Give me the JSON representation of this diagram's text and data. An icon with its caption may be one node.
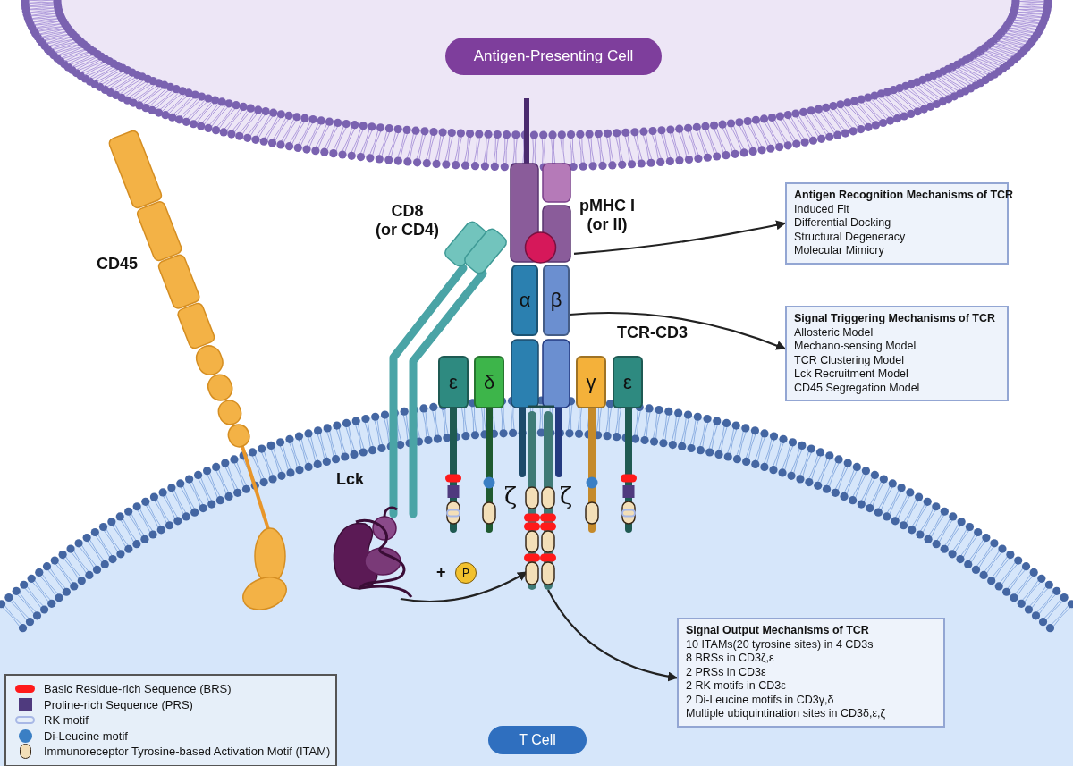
{
  "diagram": {
    "nodes": [
      {
        "text": [
          "Antigen-Presenting Cell"
        ]
      },
      {
        "text": [
          "T Cell"
        ]
      },
      {
        "text": [],
        "shape": "picture",
        "beside": [
          "pMHC I (or II)"
        ]
      },
      {
        "text": [
          "α"
        ]
      },
      {
        "text": [
          "β"
        ]
      },
      {
        "text": [
          "Antigen Recognition Mechanisms of TCR",
          "Induced Fit",
          "Differential Docking",
          "Structural Degeneracy",
          "Molecular Mimicry"
        ]
      },
      {
        "text": [
          "Signal Triggering Mechanisms of TCR",
          "Allosteric Model",
          "Mechano-sensing Model",
          "TCR Clustering Model",
          "Lck Recruitment Model",
          "CD45 Segregation Model"
        ]
      },
      {
        "text": [
          "Signal Output Mechanisms of TCR",
          "10 ITAMs(20 tyrosine sites) in 4 CD3s",
          "8 BRSs in CD3ζ,ε",
          "2 PRSs in CD3ε",
          "2 RK motifs in CD3ε",
          "2 Di-Leucine motifs in CD3γ,δ",
          "Multiple ubiquintination sites in CD3δ,ε,ζ"
        ]
      },
      {
        "text": [],
        "shape": "picture",
        "beside": [
          "Lck"
        ]
      },
      {
        "text": [],
        "shape": "bar",
        "beside": [
          "ζ"
        ]
      },
      {
        "text": [],
        "shape": "bar",
        "beside": [
          "ζ"
        ]
      },
      {
        "text": [
          "ε"
        ]
      },
      {
        "text": [
          "δ"
        ]
      },
      {
        "text": [
          "γ"
        ]
      },
      {
        "text": [
          "ε"
        ]
      }
    ],
    "edges": [
      {
        "from": 2,
        "to": 5,
        "arrow": "to"
      },
      {
        "from": 4,
        "to": 6,
        "arrow": "to"
      },
      {
        "from": 8,
        "to": 9,
        "arrow": "to"
      },
      {
        "from": 10,
        "to": 7,
        "arrow": "to"
      }
    ],
    "labels": [
      "CD45",
      "CD8 (or CD4)",
      "TCR-CD3",
      "+",
      "P"
    ],
    "legend": [
      {
        "text": "Basic Residue-rich Sequence (BRS)",
        "color": "#ff1a1a"
      },
      {
        "text": "Proline-rich Sequence (PRS)",
        "color": "#4f3a7e"
      },
      {
        "text": "RK motif"
      },
      {
        "text": "Di-Leucine motif",
        "color": "#3a7fc4"
      },
      {
        "text": "Immunoreceptor Tyrosine-based Activation Motif (ITAM)"
      }
    ]
  }
}
